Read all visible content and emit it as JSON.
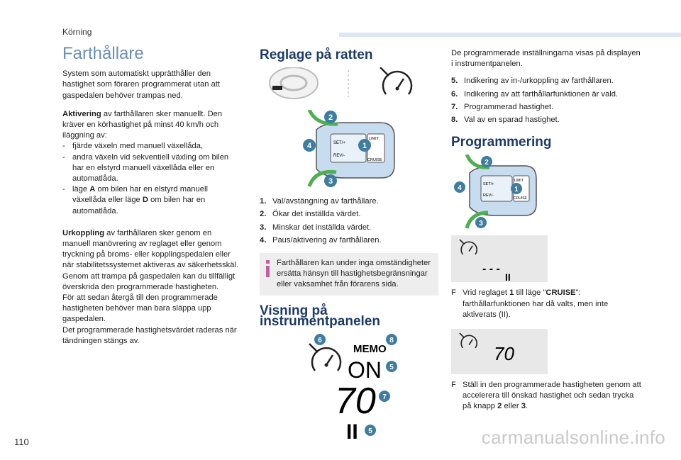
{
  "header": {
    "section": "Körning"
  },
  "footer": {
    "page_number": "110",
    "watermark": "carmanualsonline.info"
  },
  "col1": {
    "title": "Farthållare",
    "intro": "System som automatiskt upprätthåller den hastighet som föraren programmerat utan att gaspedalen behöver trampas ned.",
    "activation_head": "Aktivering",
    "activation_text": " av farthållaren sker manuellt. Den kräver en körhastighet på minst 40 km/h och iläggning av:",
    "dash": [
      "fjärde växeln med manuell växellåda,",
      "andra växeln vid sekventiell växling om bilen har en elstyrd manuell växellåda eller en automatlåda."
    ],
    "dash3_a": "läge ",
    "dash3_A": "A",
    "dash3_b": " om bilen har en elstyrd manuell växellåda eller läge ",
    "dash3_D": "D",
    "dash3_c": " om bilen har en automatlåda.",
    "dash_marker": "-",
    "deact_head": "Urkoppling",
    "deact_text": " av farthållaren sker genom en manuell manövrering av reglaget eller genom tryckning på broms- eller kopplingspedalen eller när stabilitetssystemet aktiveras av säkerhetsskäl.",
    "deact_2": "Genom att trampa på gaspedalen kan du tillfälligt överskrida den programmerade hastigheten.",
    "deact_3": "För att sedan återgå till den programmerade hastigheten behöver man bara släppa upp gaspedalen.",
    "deact_4": "Det programmerade hastighetsvärdet raderas när tändningen stängs av."
  },
  "col2": {
    "title1": "Reglage på ratten",
    "list": [
      {
        "n": "1.",
        "t": "Val/avstängning av farthållare."
      },
      {
        "n": "2.",
        "t": "Ökar det inställda värdet."
      },
      {
        "n": "3.",
        "t": "Minskar det inställda värdet."
      },
      {
        "n": "4.",
        "t": "Paus/aktivering av farthållaren."
      }
    ],
    "info": "Farthållaren kan under inga omständigheter ersätta hänsyn till hastighetsbegränsningar eller vaksamhet från förarens sida.",
    "title2": "Visning på instrumentpanelen",
    "disp": {
      "memo": "MEMO",
      "on": "ON",
      "speed": "70",
      "pause": "II",
      "c5": "5",
      "c6": "6",
      "c7": "7",
      "c8": "8"
    }
  },
  "col3": {
    "intro": "De programmerade inställningarna visas på displayen i instrumentpanelen.",
    "list": [
      {
        "n": "5.",
        "t": "Indikering av in-/urkoppling av farthållaren."
      },
      {
        "n": "6.",
        "t": "Indikering av att farthållarfunktionen är vald."
      },
      {
        "n": "7.",
        "t": "Programmerad hastighet."
      },
      {
        "n": "8.",
        "t": "Val av en sparad hastighet."
      }
    ],
    "title": "Programmering",
    "box1": {
      "dashes": "- - -",
      "pause": "II"
    },
    "bullet1_a": "Vrid reglaget ",
    "bullet1_1": "1",
    "bullet1_b": " till läge \"",
    "bullet1_cruise": "CRUISE",
    "bullet1_c": "\": farthållarfunktionen har då valts, men inte aktiverats (II).",
    "box2": {
      "speed": "70"
    },
    "bullet2_a": "Ställ in den programmerade hastigheten genom att accelerera till önskad hastighet och sedan trycka på knapp ",
    "bullet2_2": "2",
    "bullet2_or": " eller ",
    "bullet2_3": "3",
    "bullet2_end": ".",
    "bullet_marker": "F"
  },
  "stalk": {
    "setplus": "SET/+",
    "rev": "REV/-",
    "limit": "LIMIT",
    "cruise": "CRUISE",
    "c1": "1",
    "c2": "2",
    "c3": "3",
    "c4": "4"
  },
  "colors": {
    "accent": "#6d8fb3",
    "heading": "#1d3a66",
    "callout": "#3f7da0",
    "green": "#4caf50",
    "stalk_blue": "#c8dcef"
  }
}
